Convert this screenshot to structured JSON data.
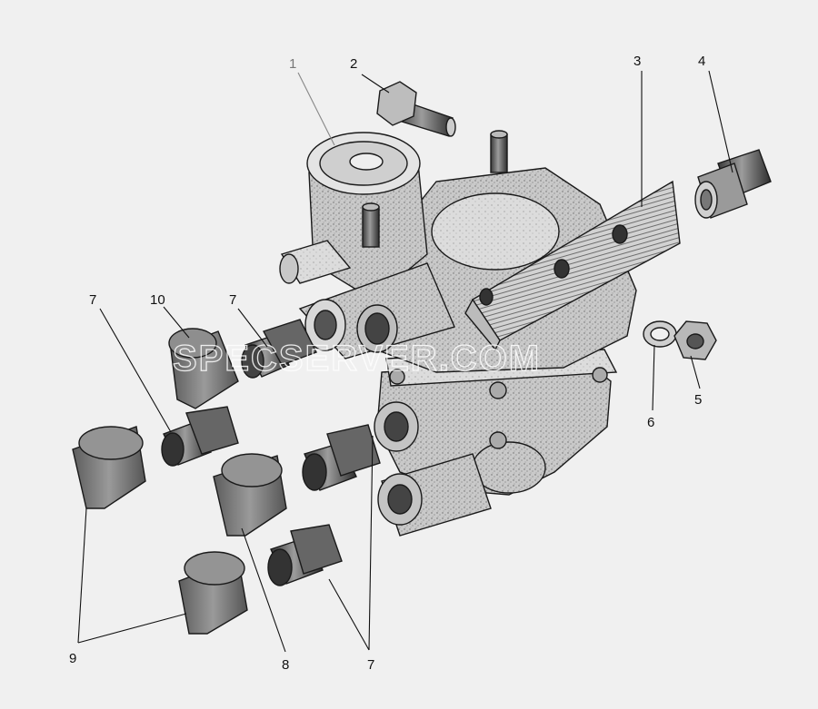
{
  "diagram": {
    "watermark": "SPECSERVER.COM",
    "callouts": [
      {
        "id": "1",
        "label": "1"
      },
      {
        "id": "2",
        "label": "2"
      },
      {
        "id": "3",
        "label": "3"
      },
      {
        "id": "4",
        "label": "4"
      },
      {
        "id": "5",
        "label": "5"
      },
      {
        "id": "6",
        "label": "6"
      },
      {
        "id": "7a",
        "label": "7"
      },
      {
        "id": "7b",
        "label": "7"
      },
      {
        "id": "7c",
        "label": "7"
      },
      {
        "id": "8",
        "label": "8"
      },
      {
        "id": "9",
        "label": "9"
      },
      {
        "id": "10",
        "label": "10"
      }
    ]
  }
}
